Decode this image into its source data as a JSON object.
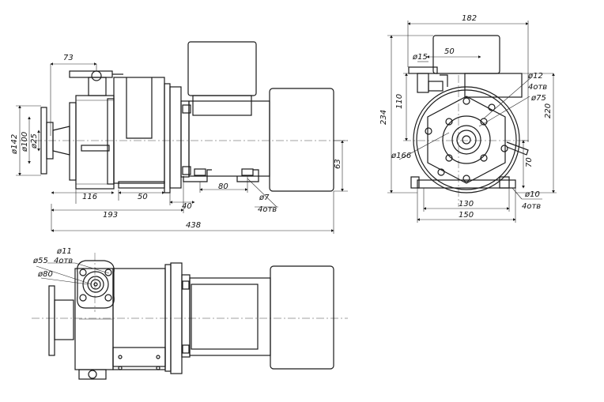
{
  "side_view": {
    "dim_73": "73",
    "dim_142": "ø142",
    "dim_100": "ø100",
    "dim_25": "ø25",
    "dim_116": "116",
    "dim_50": "50",
    "dim_193": "193",
    "dim_40": "40",
    "dim_80": "80",
    "dim_7": "ø7",
    "dim_7_count": "4отв",
    "dim_63": "63",
    "dim_438": "438"
  },
  "end_view": {
    "dim_182": "182",
    "dim_15": "ø15",
    "dim_50": "50",
    "dim_12": "ø12",
    "dim_12_count": "4отв",
    "dim_75": "ø75",
    "dim_110": "110",
    "dim_234": "234",
    "dim_220": "220",
    "dim_166": "ø166",
    "dim_70": "70",
    "dim_130": "130",
    "dim_10": "ø10",
    "dim_10_count": "4отв",
    "dim_150": "150"
  },
  "top_view": {
    "dim_11": "ø11",
    "dim_11_count": "4отв",
    "dim_55": "ø55",
    "dim_80": "ø80"
  }
}
